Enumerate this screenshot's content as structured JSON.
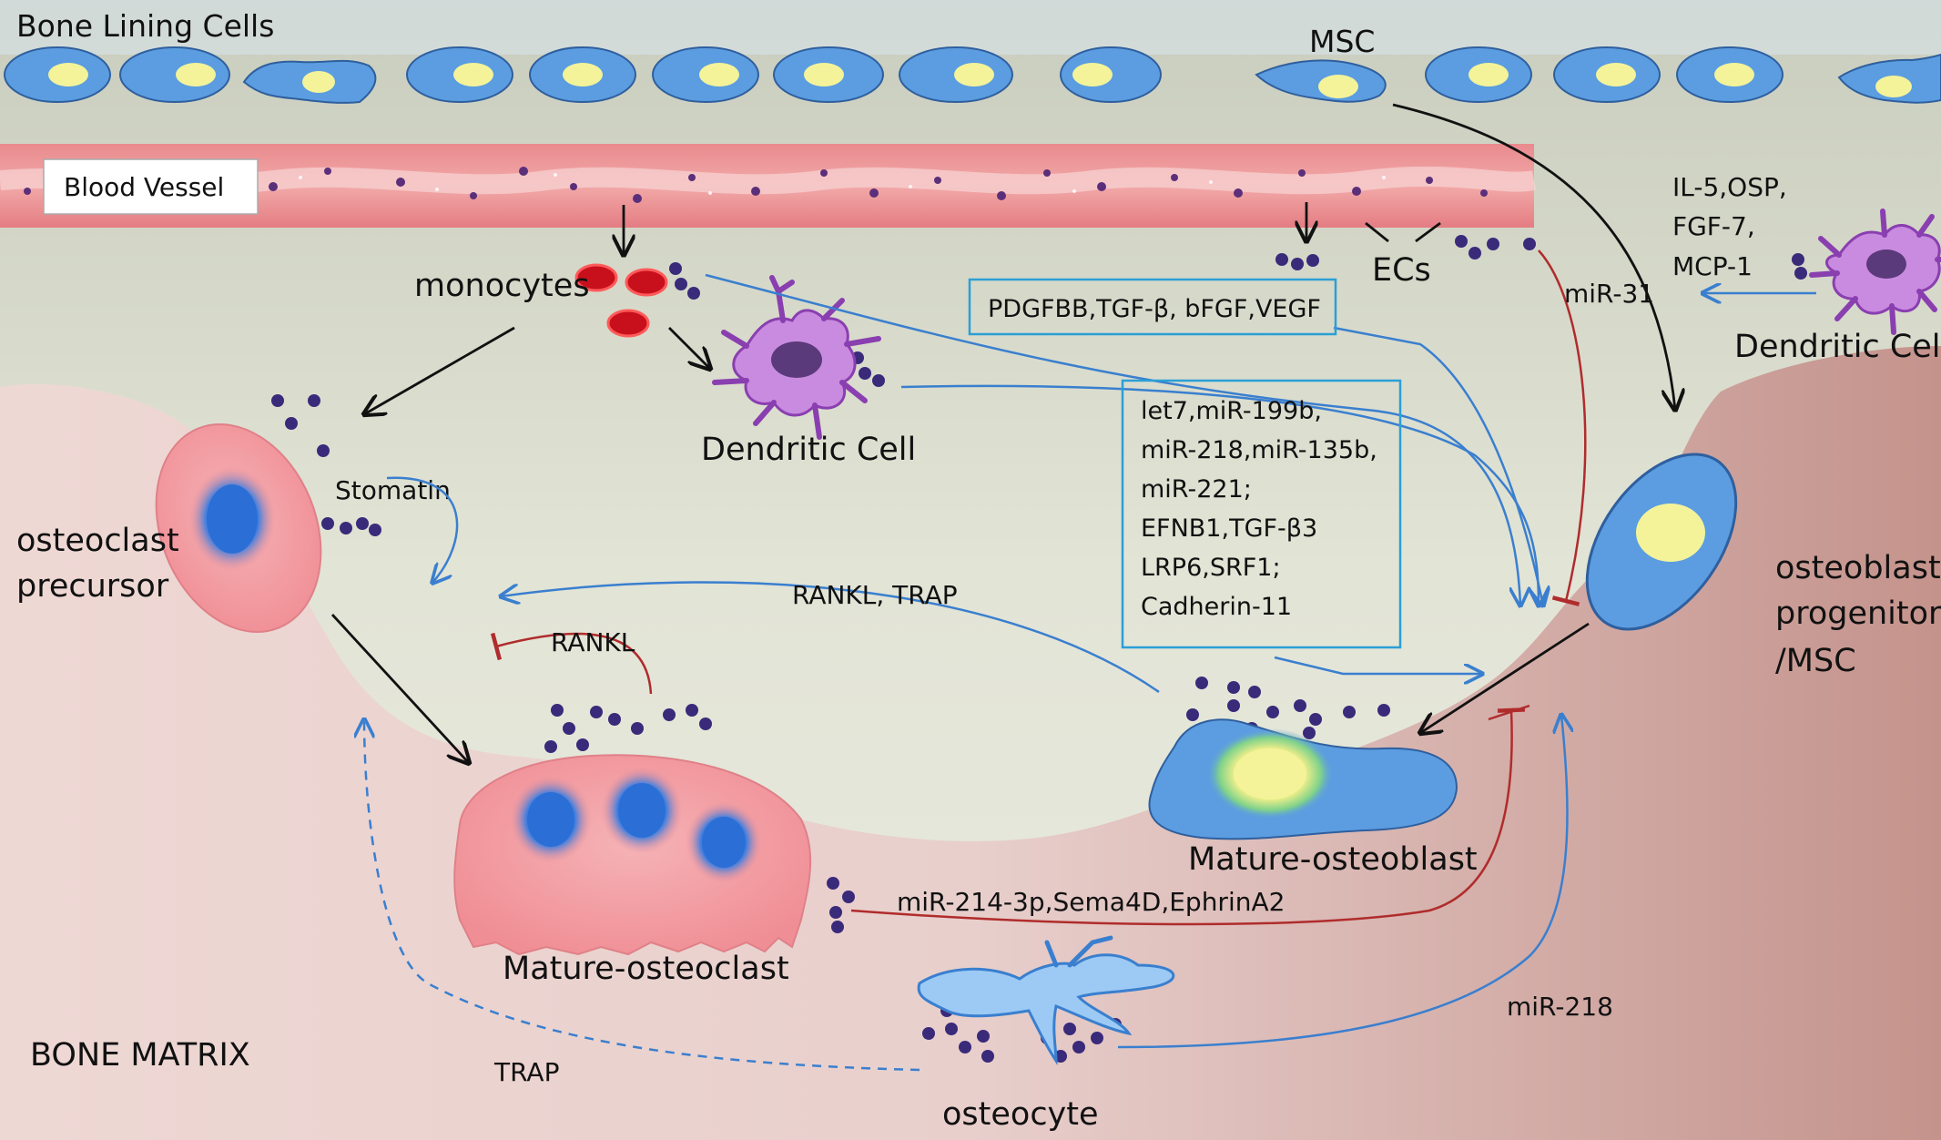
{
  "labels": {
    "bone_lining_cells": "Bone Lining Cells",
    "msc_top": "MSC",
    "blood_vessel": "Blood Vessel",
    "monocytes": "monocytes",
    "ecs": "ECs",
    "dendritic_cell_center": "Dendritic Cell",
    "dendritic_cell_right": "Dendritic Cell",
    "osteoclast_precursor_line1": "osteoclast",
    "osteoclast_precursor_line2": "precursor",
    "stomatin": "Stomatin",
    "rankl": "RANKL",
    "rankl_trap": "RANKL, TRAP",
    "mature_osteoclast": "Mature-osteoclast",
    "mature_osteoblast": "Mature-osteoblast",
    "osteoblast_progenitor_line1": "osteoblast",
    "osteoblast_progenitor_line2": "progenitor",
    "osteoblast_progenitor_line3": "/MSC",
    "mir31": "miR-31",
    "mir214": "miR-214-3p,Sema4D,EphrinA2",
    "mir218": "miR-218",
    "trap": "TRAP",
    "osteocyte": "osteocyte",
    "bone_matrix": "BONE MATRIX"
  },
  "cytokines": [
    "IL-5,OSP,",
    "FGF-7,",
    "MCP-1"
  ],
  "box_growth_factors": "PDGFBB,TGF-β, bFGF,VEGF",
  "box_mirna": [
    "let7,miR-199b,",
    "miR-218,miR-135b,",
    "miR-221;",
    "EFNB1,TGF-β3",
    "LRP6,SRF1;",
    "Cadherin-11"
  ],
  "colors": {
    "arrow_blue": "#3a7fcf",
    "inhibit_red": "#b02c2c",
    "vesicle": "#3a2a7a",
    "cell_blue": "#5b9de0",
    "nucleus_yellow": "#f4f39a"
  }
}
